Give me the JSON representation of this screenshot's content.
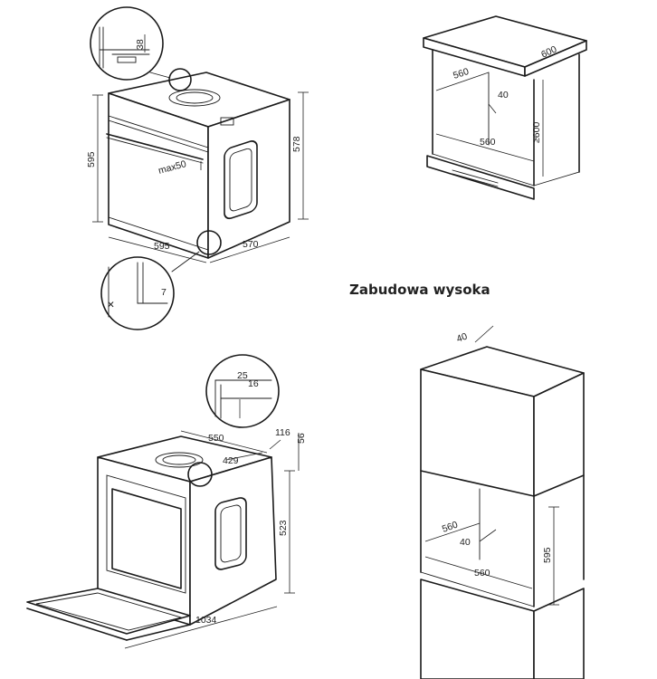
{
  "title": "Zabudowa wysoka",
  "oven_top": {
    "width": "595",
    "height": "595",
    "depth": "570",
    "total_height": "578",
    "handle_gap": "max50",
    "detail_top": "38",
    "detail_bottom": "7"
  },
  "niche_under": {
    "width_top": "600",
    "inner_width": "560",
    "inner_width_bottom": "560",
    "gap": "40",
    "height": "≥600"
  },
  "oven_open": {
    "depth": "550",
    "depth_inner": "429",
    "top_offset": "116",
    "top_height": "56",
    "height": "523",
    "open_length": "1034",
    "detail_a": "25",
    "detail_b": "16"
  },
  "niche_tall": {
    "gap_top": "40",
    "inner_width": "560",
    "inner_width_bottom": "560",
    "gap": "40",
    "height": "595"
  }
}
